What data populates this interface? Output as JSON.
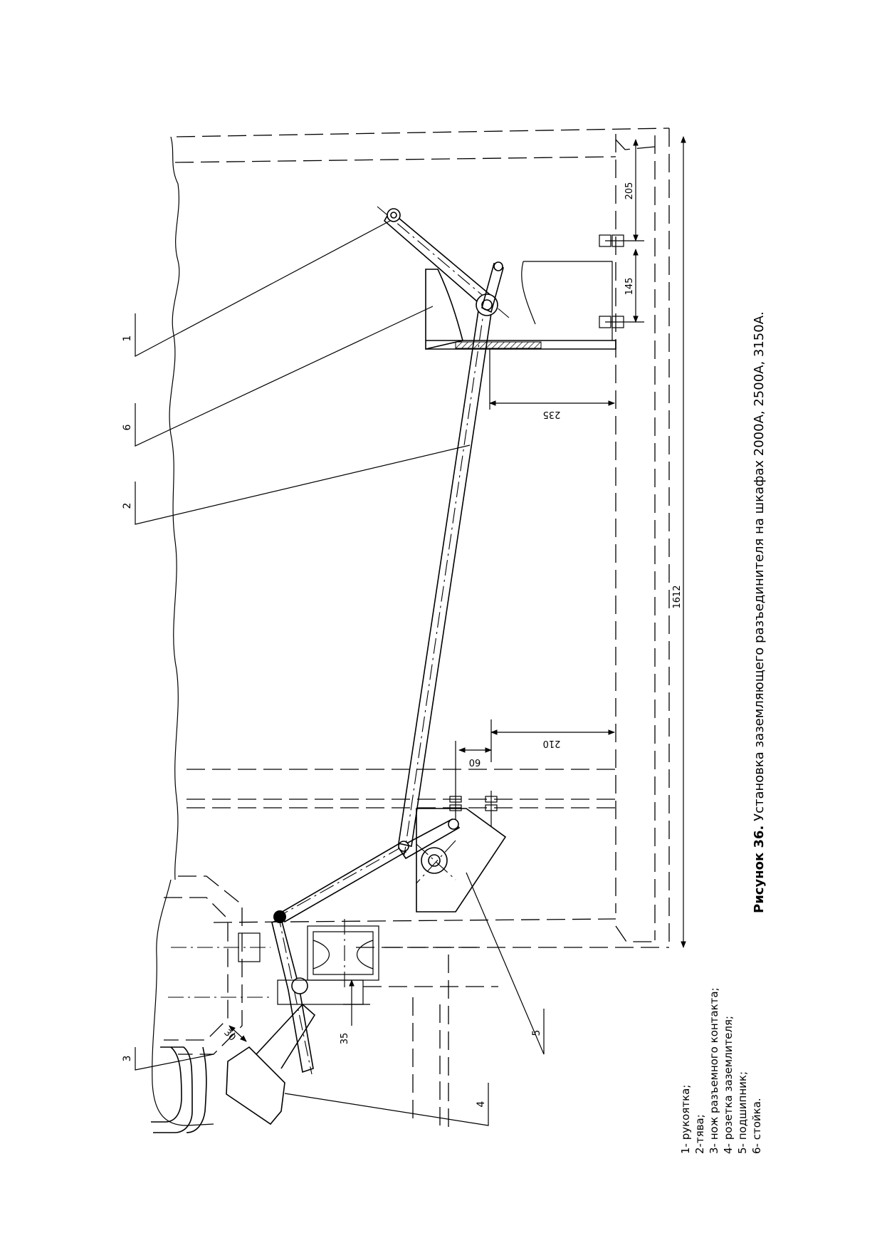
{
  "figure": {
    "caption_bold": "Рисунок 36.",
    "caption_text": " Установка заземляющего разъединителя на шкафах 2000А, 2500А, 3150А."
  },
  "legend": {
    "items": [
      "1- рукоятка;",
      "2-тява;",
      "3- нож разъемного контакта;",
      "4- розетка заземлителя;",
      "5- подшипник;",
      "6- стойка."
    ]
  },
  "callouts": {
    "n1": "1",
    "n2": "2",
    "n3": "3",
    "n4": "4",
    "n5": "5",
    "n6": "6"
  },
  "dimensions": {
    "d205": "205",
    "d145": "145",
    "d235": "235",
    "d1612": "1612",
    "d210": "210",
    "d60": "60",
    "d35": "35",
    "d30": "30"
  }
}
